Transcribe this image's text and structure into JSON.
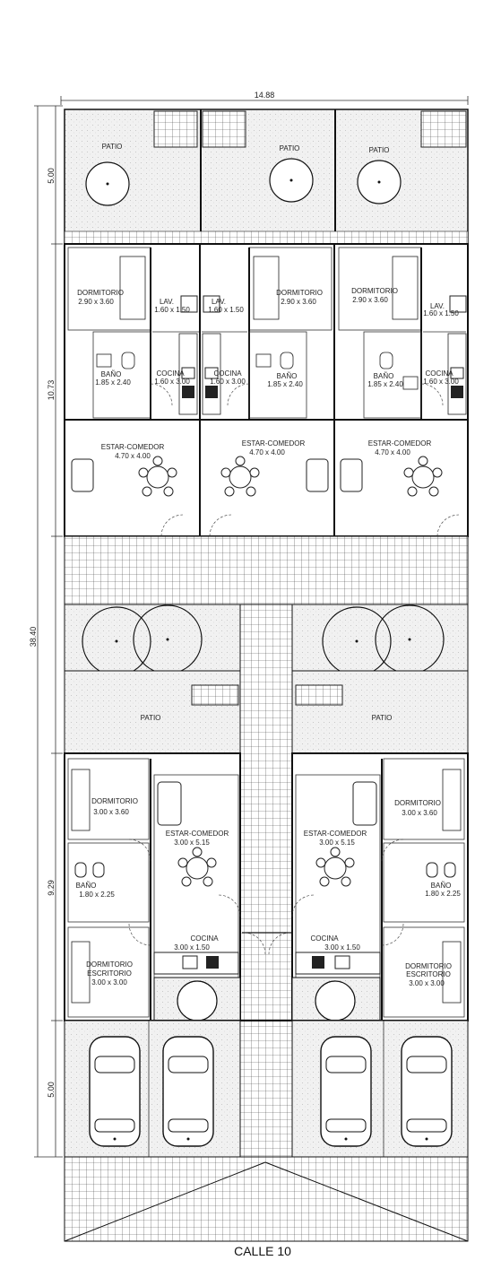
{
  "dimensions": {
    "total_width": "14.88",
    "total_length": "38.40",
    "patio_depth": "5.00",
    "upper_block_depth": "10.73",
    "lower_block_depth": "9.29",
    "garage_depth": "5.00"
  },
  "street_name": "CALLE 10",
  "upper_units": {
    "patio": "PATIO",
    "dormitorio_name": "DORMITORIO",
    "dormitorio_size": "2.90 x 3.60",
    "lav_name": "LAV.",
    "lav_size": "1.60 x 1.50",
    "bano_name": "BAÑO",
    "bano_size": "1.85 x 2.40",
    "cocina_name": "COCINA",
    "cocina_size": "1.60 x 3.00",
    "estar_name": "ESTAR-COMEDOR",
    "estar_size": "4.70 x 4.00"
  },
  "lower_units": {
    "patio": "PATIO",
    "dormitorio_name": "DORMITORIO",
    "dormitorio_size": "3.00 x 3.60",
    "bano_name": "BAÑO",
    "bano_size": "1.80 x 2.25",
    "estar_name": "ESTAR-COMEDOR",
    "estar_size": "3.00 x 5.15",
    "cocina_name": "COCINA",
    "cocina_size": "3.00 x 1.50",
    "escritorio_name1": "DORMITORIO",
    "escritorio_name2": "ESCRITORIO",
    "escritorio_size": "3.00 x 3.00"
  }
}
